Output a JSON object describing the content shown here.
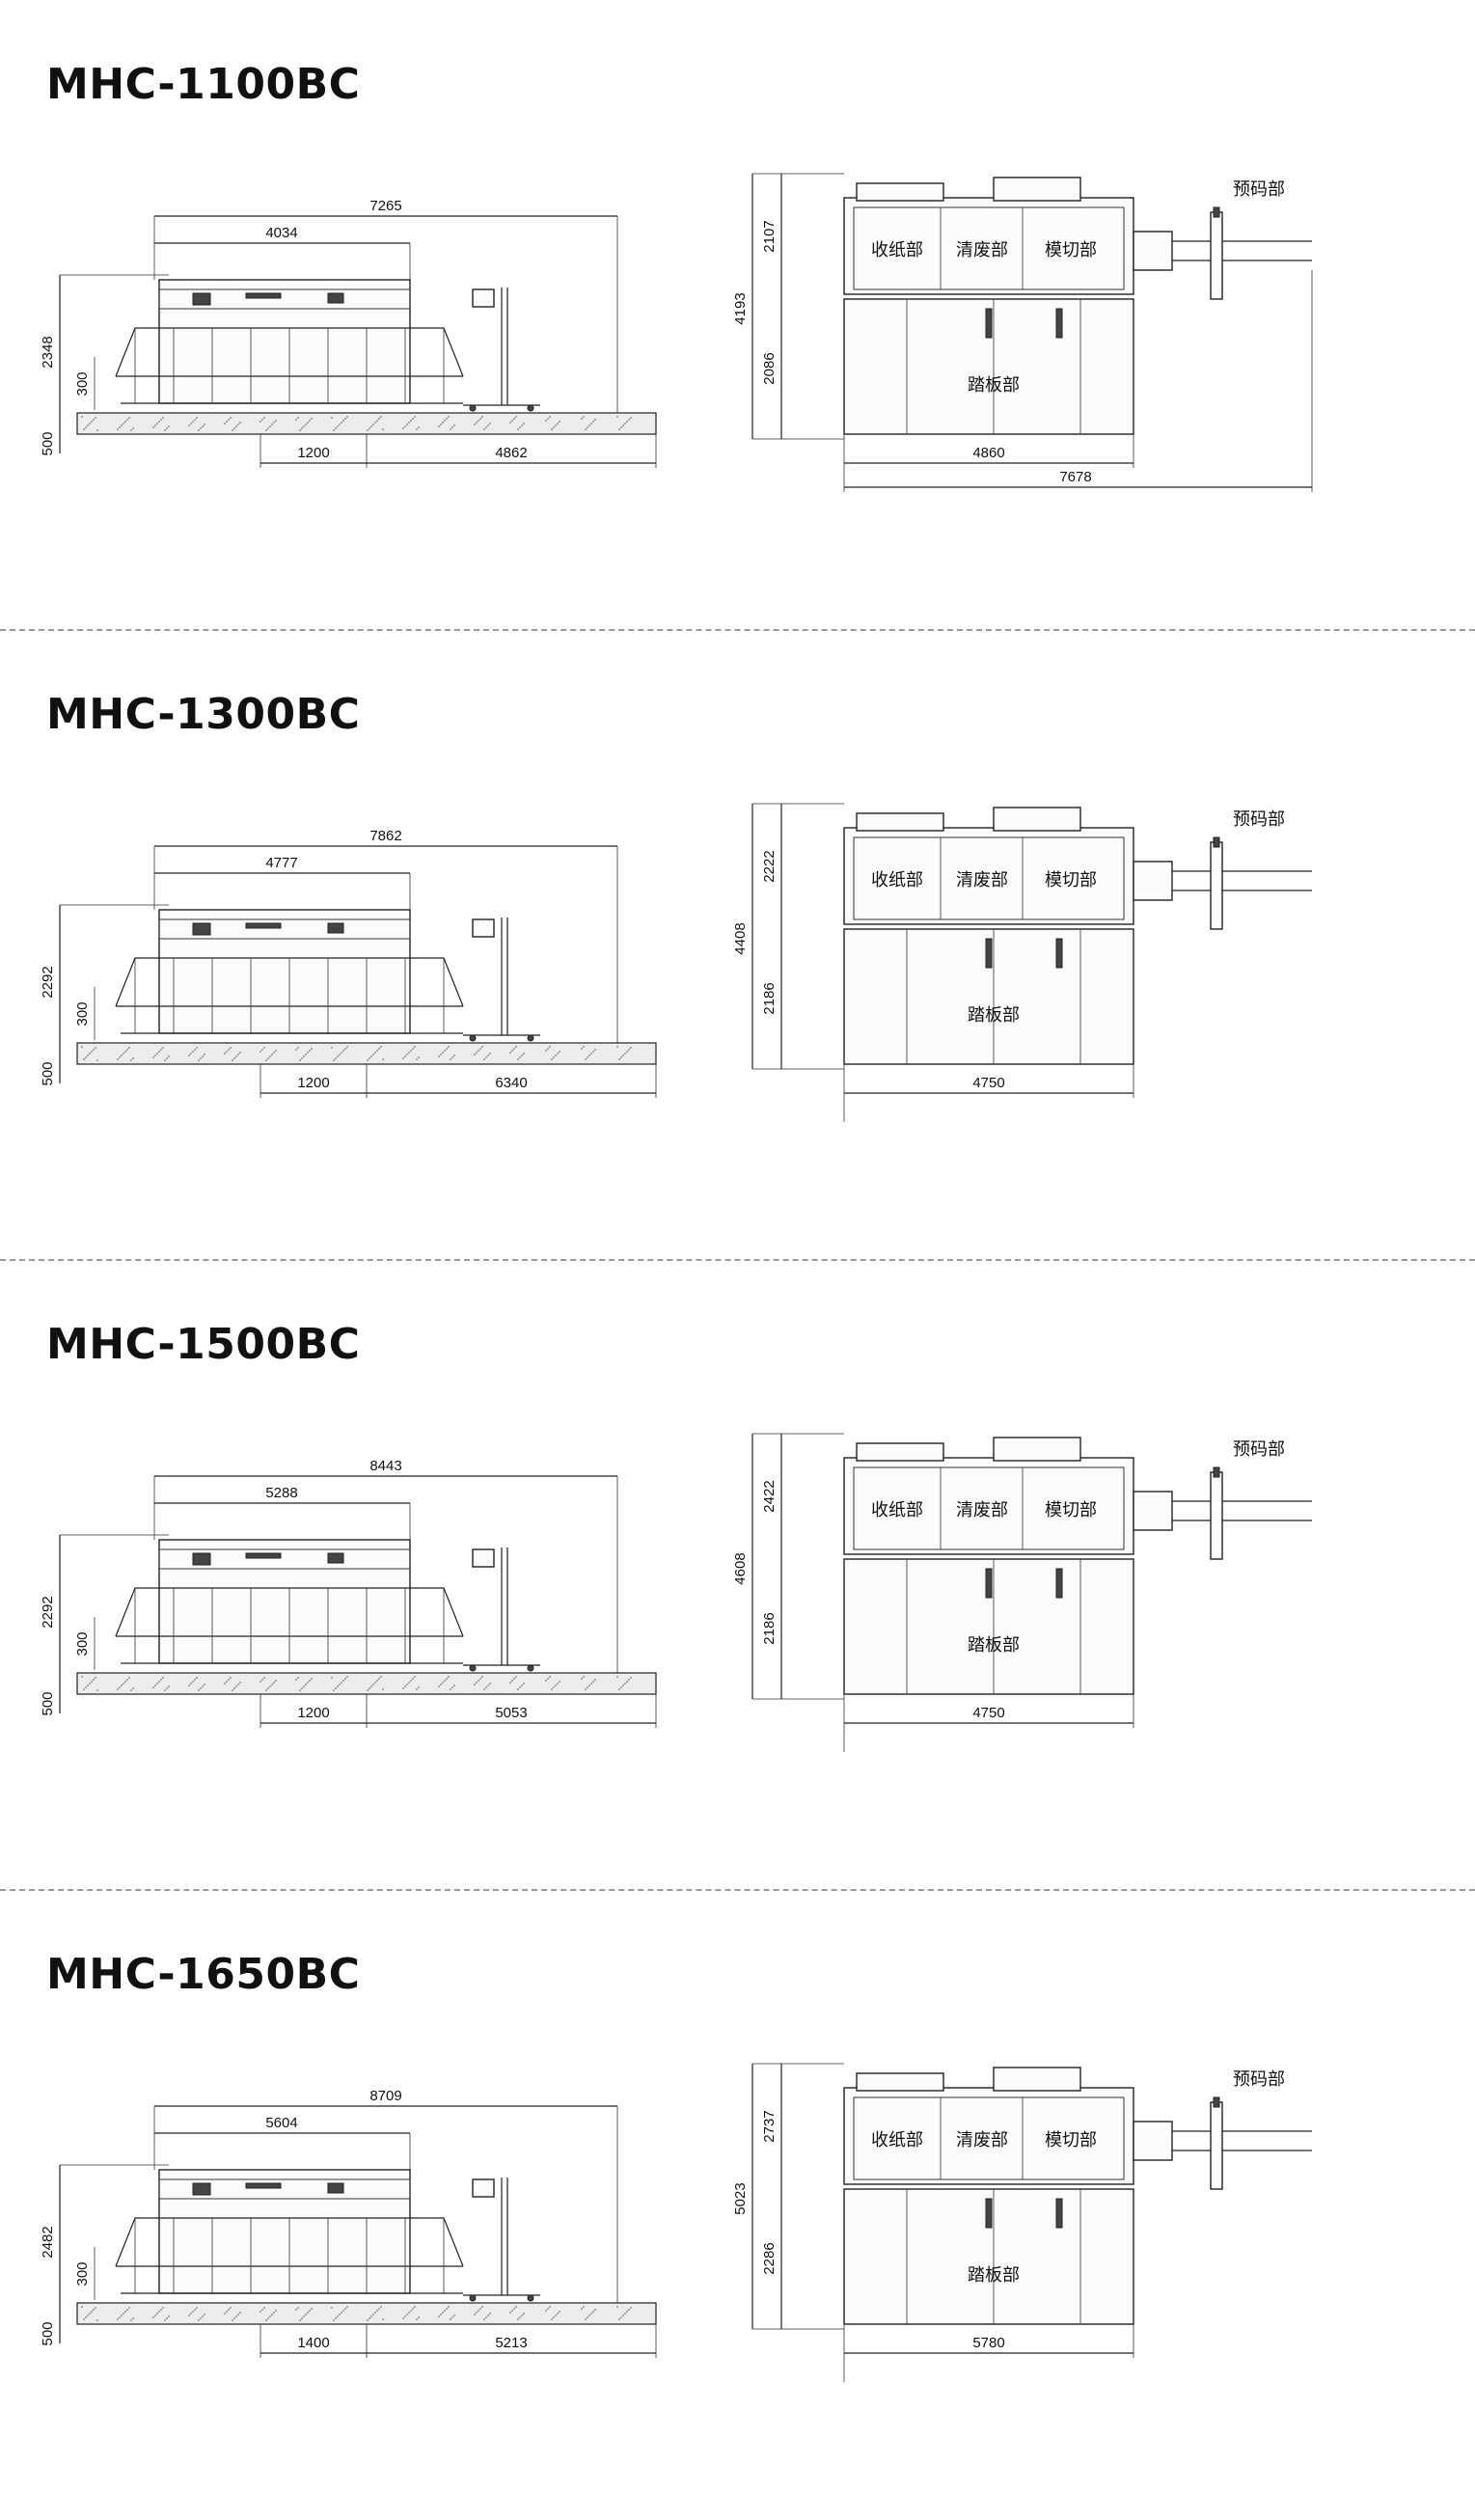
{
  "sections": [
    {
      "title": "MHC-1100BC",
      "side": {
        "total": "7265",
        "upper": "4034",
        "height": "2348",
        "mid": "300",
        "base": "500",
        "b1": "1200",
        "b2": "4862"
      },
      "top": {
        "h_total": "4193",
        "h_upper": "2107",
        "h_lower": "2086",
        "w_inner": "4860",
        "w_total": "7678",
        "labels": {
          "a": "收纸部",
          "b": "清废部",
          "c": "模切部",
          "d": "踏板部",
          "e": "预码部"
        }
      }
    },
    {
      "title": "MHC-1300BC",
      "side": {
        "total": "7862",
        "upper": "4777",
        "height": "2292",
        "mid": "300",
        "base": "500",
        "b1": "1200",
        "b2": "6340"
      },
      "top": {
        "h_total": "4408",
        "h_upper": "2222",
        "h_lower": "2186",
        "w_inner": "4750",
        "w_total": "",
        "labels": {
          "a": "收纸部",
          "b": "清废部",
          "c": "模切部",
          "d": "踏板部",
          "e": "预码部"
        }
      }
    },
    {
      "title": "MHC-1500BC",
      "side": {
        "total": "8443",
        "upper": "5288",
        "height": "2292",
        "mid": "300",
        "base": "500",
        "b1": "1200",
        "b2": "5053"
      },
      "top": {
        "h_total": "4608",
        "h_upper": "2422",
        "h_lower": "2186",
        "w_inner": "4750",
        "w_total": "",
        "labels": {
          "a": "收纸部",
          "b": "清废部",
          "c": "模切部",
          "d": "踏板部",
          "e": "预码部"
        }
      }
    },
    {
      "title": "MHC-1650BC",
      "side": {
        "total": "8709",
        "upper": "5604",
        "height": "2482",
        "mid": "300",
        "base": "500",
        "b1": "1400",
        "b2": "5213"
      },
      "top": {
        "h_total": "5023",
        "h_upper": "2737",
        "h_lower": "2286",
        "w_inner": "5780",
        "w_total": "",
        "labels": {
          "a": "收纸部",
          "b": "清废部",
          "c": "模切部",
          "d": "踏板部",
          "e": "预码部"
        }
      }
    }
  ]
}
